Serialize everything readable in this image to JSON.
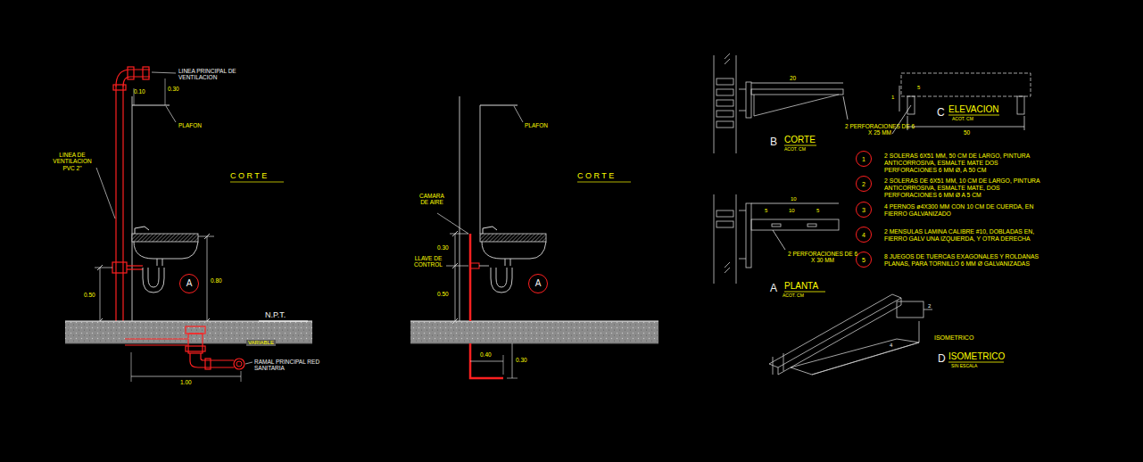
{
  "diagram": {
    "nodes": [
      {
        "text": [
          "A"
        ]
      },
      {
        "text": [
          "A"
        ]
      },
      {
        "text": [
          "1"
        ]
      },
      {
        "text": [
          "2"
        ]
      },
      {
        "text": [
          "3"
        ]
      },
      {
        "text": [
          "4"
        ]
      },
      {
        "text": [
          "5"
        ]
      }
    ],
    "edges": [],
    "labels": [
      "LINEA PRINCIPAL DE VENTILACION",
      "0.10",
      "0.30",
      "PLAFON",
      "LINEA DE VENTILACION PVC 2\"",
      "C O R T E",
      "0.80",
      "0.50",
      "N.P.T.",
      "VARIABLE",
      "RAMAL PRINCIPAL RED SANITARIA",
      "1.00",
      "PLAFON",
      "CAMARA DE AIRE",
      "0.30",
      "LLAVE DE CONTROL",
      "0.50",
      "C O R T E",
      "0.40",
      "0.30",
      "20",
      "B",
      "CORTE",
      "ACOT. CM",
      "2 PERFORACIONES DE 6 X 25 MM",
      "5",
      "1",
      "C",
      "ELEVACION",
      "ACOT. CM",
      "50",
      "2 SOLERAS 6X51 MM, 50 CM DE LARGO, PINTURA ANTICORROSIVA, ESMALTE MATE DOS PERFORACIONES 6 MM Ø, A 50 CM",
      "2 SOLERAS DE 6X51 MM, 10 CM DE LARGO, PINTURA ANTICORROSIVA, ESMALTE MATE, DOS PERFORACIONES 6 MM Ø A 5 CM",
      "4 PERNOS ø4X300 MM CON 10 CM DE CUERDA, EN FIERRO GALVANIZADO",
      "2 MENSULAS LAMINA CALIBRE #10, DOBLADAS EN, FIERRO GALV UNA IZQUIERDA, Y OTRA DERECHA",
      "8 JUEGOS DE TUERCAS EXAGONALES Y ROLDANAS PLANAS, PARA TORNILLO 6 MM Ø GALVANIZADAS",
      "10",
      "5",
      "10",
      "5",
      "2 PERFORACIONES DE 6 X 30 MM",
      "A",
      "PLANTA",
      "ACOT. CM",
      "ISOMETRICO",
      "D",
      "ISOMETRICO",
      "SIN ESCALA",
      "2",
      "4"
    ]
  }
}
